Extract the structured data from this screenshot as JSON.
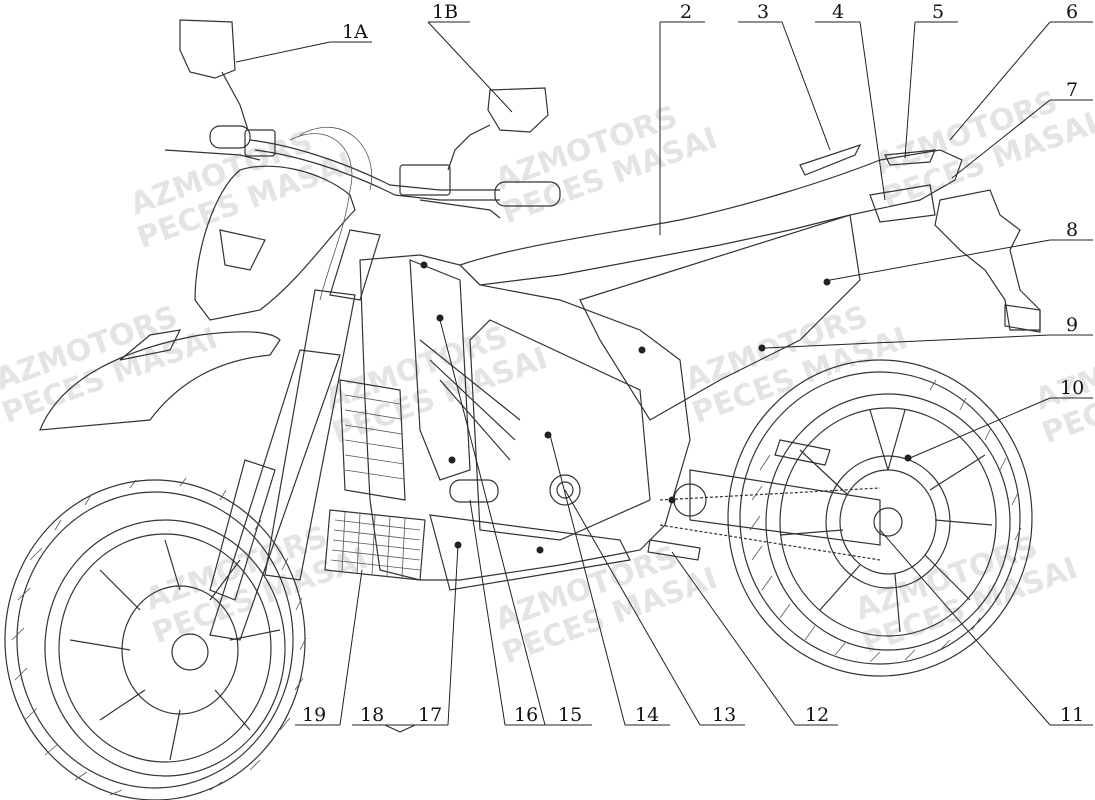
{
  "watermark": {
    "line1": "AZMOTORS",
    "line2": "PECES MASAI"
  },
  "callouts": [
    {
      "id": "1A"
    },
    {
      "id": "1B"
    },
    {
      "id": "2"
    },
    {
      "id": "3"
    },
    {
      "id": "4"
    },
    {
      "id": "5"
    },
    {
      "id": "6"
    },
    {
      "id": "7"
    },
    {
      "id": "8"
    },
    {
      "id": "9"
    },
    {
      "id": "10"
    },
    {
      "id": "11"
    },
    {
      "id": "12"
    },
    {
      "id": "13"
    },
    {
      "id": "14"
    },
    {
      "id": "15"
    },
    {
      "id": "16"
    },
    {
      "id": "17"
    },
    {
      "id": "18"
    },
    {
      "id": "19"
    }
  ],
  "colors": {
    "line": "#222222",
    "watermark": "#e4e4e4",
    "background": "#ffffff"
  }
}
